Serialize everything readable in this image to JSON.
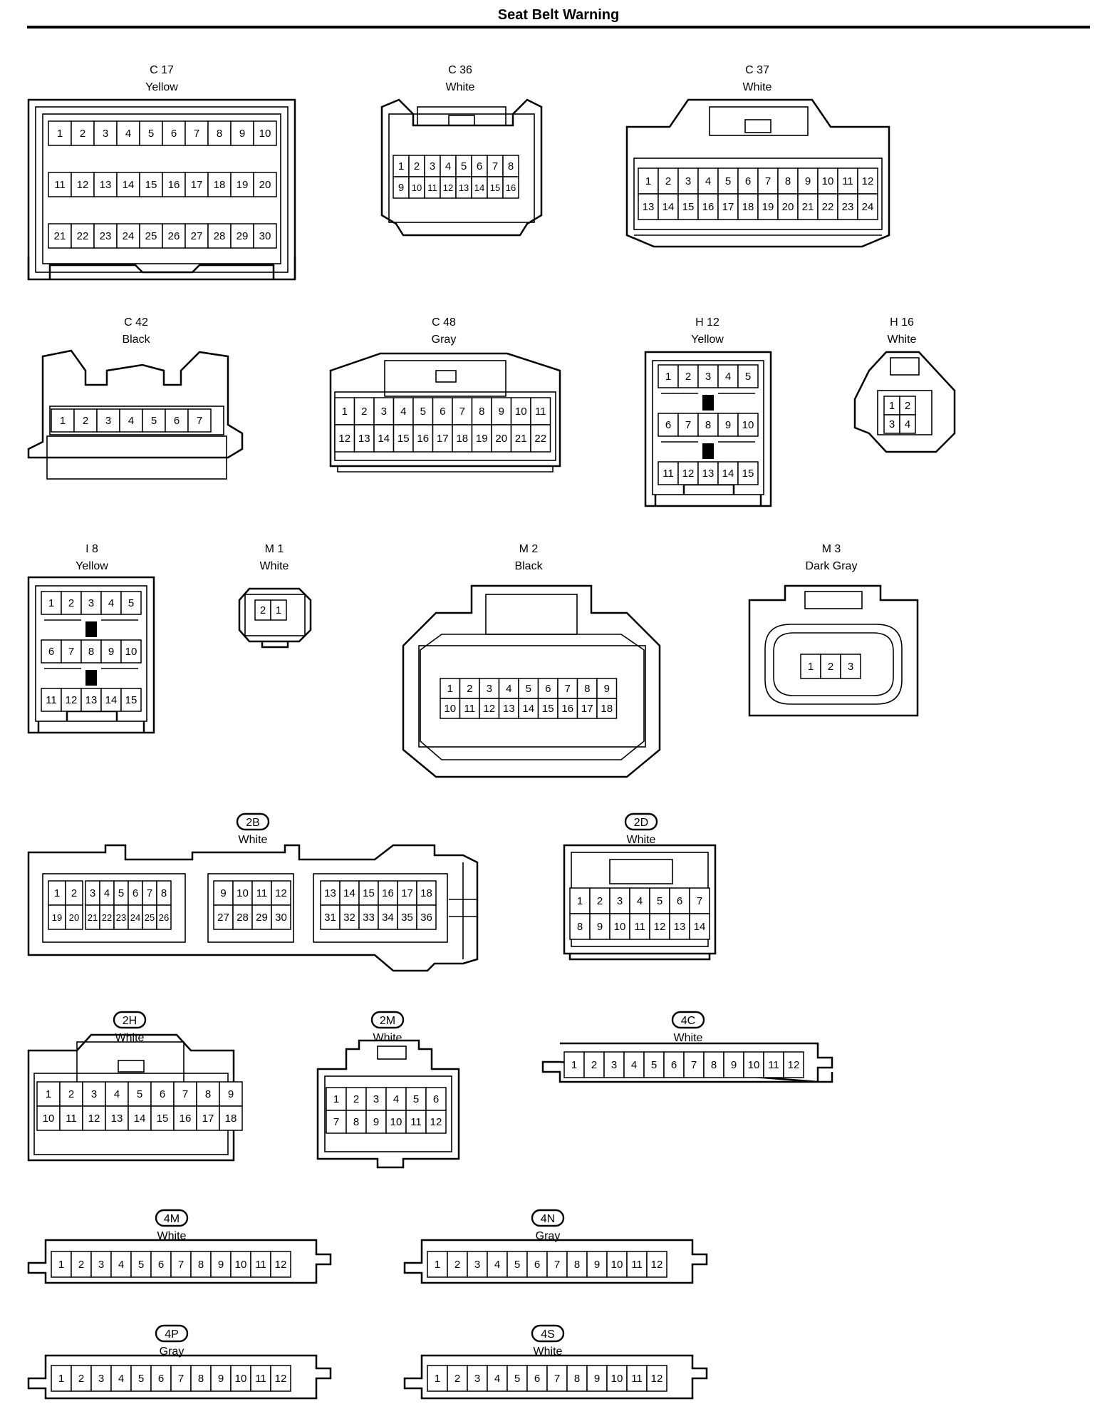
{
  "title": "Seat Belt Warning",
  "connectors": [
    {
      "code": "C 17",
      "color": "Yellow",
      "coded": false,
      "rows": [
        [
          "1",
          "2",
          "3",
          "4",
          "5",
          "6",
          "7",
          "8",
          "9",
          "10"
        ],
        [
          "11",
          "12",
          "13",
          "14",
          "15",
          "16",
          "17",
          "18",
          "19",
          "20"
        ],
        [
          "21",
          "22",
          "23",
          "24",
          "25",
          "26",
          "27",
          "28",
          "29",
          "30"
        ]
      ]
    },
    {
      "code": "C 36",
      "color": "White",
      "coded": false,
      "rows": [
        [
          "1",
          "2",
          "3",
          "4",
          "5",
          "6",
          "7",
          "8"
        ],
        [
          "9",
          "10",
          "11",
          "12",
          "13",
          "14",
          "15",
          "16"
        ]
      ]
    },
    {
      "code": "C 37",
      "color": "White",
      "coded": false,
      "rows": [
        [
          "1",
          "2",
          "3",
          "4",
          "5",
          "6",
          "7",
          "8",
          "9",
          "10",
          "11",
          "12"
        ],
        [
          "13",
          "14",
          "15",
          "16",
          "17",
          "18",
          "19",
          "20",
          "21",
          "22",
          "23",
          "24"
        ]
      ]
    },
    {
      "code": "C 42",
      "color": "Black",
      "coded": false,
      "rows": [
        [
          "1",
          "2",
          "3",
          "4",
          "5",
          "6",
          "7"
        ]
      ]
    },
    {
      "code": "C 48",
      "color": "Gray",
      "coded": false,
      "rows": [
        [
          "1",
          "2",
          "3",
          "4",
          "5",
          "6",
          "7",
          "8",
          "9",
          "10",
          "11"
        ],
        [
          "12",
          "13",
          "14",
          "15",
          "16",
          "17",
          "18",
          "19",
          "20",
          "21",
          "22"
        ]
      ]
    },
    {
      "code": "H 12",
      "color": "Yellow",
      "coded": false,
      "rows": [
        [
          "1",
          "2",
          "3",
          "4",
          "5"
        ],
        [
          "6",
          "7",
          "8",
          "9",
          "10"
        ],
        [
          "11",
          "12",
          "13",
          "14",
          "15"
        ]
      ]
    },
    {
      "code": "H 16",
      "color": "White",
      "coded": false,
      "rows": [
        [
          "1",
          "2"
        ],
        [
          "3",
          "4"
        ]
      ]
    },
    {
      "code": "I 8",
      "color": "Yellow",
      "coded": false,
      "rows": [
        [
          "1",
          "2",
          "3",
          "4",
          "5"
        ],
        [
          "6",
          "7",
          "8",
          "9",
          "10"
        ],
        [
          "11",
          "12",
          "13",
          "14",
          "15"
        ]
      ]
    },
    {
      "code": "M 1",
      "color": "White",
      "coded": false,
      "rows": [
        [
          "2",
          "1"
        ]
      ]
    },
    {
      "code": "M 2",
      "color": "Black",
      "coded": false,
      "rows": [
        [
          "1",
          "2",
          "3",
          "4",
          "5",
          "6",
          "7",
          "8",
          "9"
        ],
        [
          "10",
          "11",
          "12",
          "13",
          "14",
          "15",
          "16",
          "17",
          "18"
        ]
      ]
    },
    {
      "code": "M 3",
      "color": "Dark Gray",
      "coded": false,
      "rows": [
        [
          "1",
          "2",
          "3"
        ]
      ]
    },
    {
      "code": "2B",
      "color": "White",
      "coded": true,
      "rows": [
        [
          "1",
          "2",
          "3",
          "4",
          "5",
          "6",
          "7",
          "8",
          "9",
          "10",
          "11",
          "12",
          "13",
          "14",
          "15",
          "16",
          "17",
          "18"
        ],
        [
          "19",
          "20",
          "21",
          "22",
          "23",
          "24",
          "25",
          "26",
          "27",
          "28",
          "29",
          "30",
          "31",
          "32",
          "33",
          "34",
          "35",
          "36"
        ]
      ]
    },
    {
      "code": "2D",
      "color": "White",
      "coded": true,
      "rows": [
        [
          "1",
          "2",
          "3",
          "4",
          "5",
          "6",
          "7"
        ],
        [
          "8",
          "9",
          "10",
          "11",
          "12",
          "13",
          "14"
        ]
      ]
    },
    {
      "code": "2H",
      "color": "White",
      "coded": true,
      "rows": [
        [
          "1",
          "2",
          "3",
          "4",
          "5",
          "6",
          "7",
          "8",
          "9"
        ],
        [
          "10",
          "11",
          "12",
          "13",
          "14",
          "15",
          "16",
          "17",
          "18"
        ]
      ]
    },
    {
      "code": "2M",
      "color": "White",
      "coded": true,
      "rows": [
        [
          "1",
          "2",
          "3",
          "4",
          "5",
          "6"
        ],
        [
          "7",
          "8",
          "9",
          "10",
          "11",
          "12"
        ]
      ]
    },
    {
      "code": "4C",
      "color": "White",
      "coded": true,
      "rows": [
        [
          "1",
          "2",
          "3",
          "4",
          "5",
          "6",
          "7",
          "8",
          "9",
          "10",
          "11",
          "12"
        ]
      ]
    },
    {
      "code": "4M",
      "color": "White",
      "coded": true,
      "rows": [
        [
          "1",
          "2",
          "3",
          "4",
          "5",
          "6",
          "7",
          "8",
          "9",
          "10",
          "11",
          "12"
        ]
      ]
    },
    {
      "code": "4N",
      "color": "Gray",
      "coded": true,
      "rows": [
        [
          "1",
          "2",
          "3",
          "4",
          "5",
          "6",
          "7",
          "8",
          "9",
          "10",
          "11",
          "12"
        ]
      ]
    },
    {
      "code": "4P",
      "color": "Gray",
      "coded": true,
      "rows": [
        [
          "1",
          "2",
          "3",
          "4",
          "5",
          "6",
          "7",
          "8",
          "9",
          "10",
          "11",
          "12"
        ]
      ]
    },
    {
      "code": "4S",
      "color": "White",
      "coded": true,
      "rows": [
        [
          "1",
          "2",
          "3",
          "4",
          "5",
          "6",
          "7",
          "8",
          "9",
          "10",
          "11",
          "12"
        ]
      ]
    }
  ]
}
